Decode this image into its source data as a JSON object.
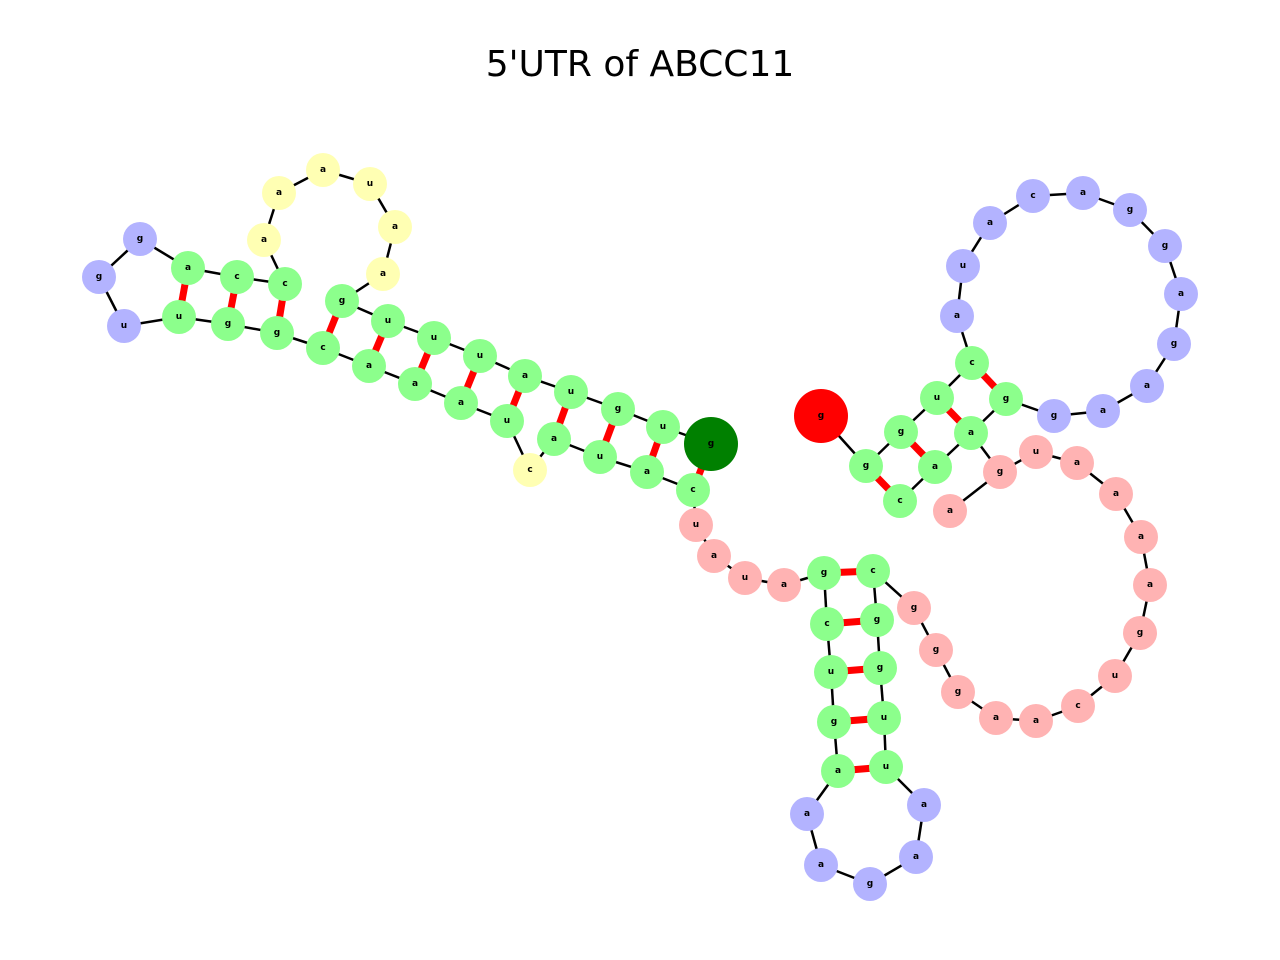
{
  "title": "5'UTR of ABCC11",
  "nodes": [
    "g",
    "u",
    "g",
    "u",
    "a",
    "u",
    "u",
    "u",
    "g",
    "a",
    "a",
    "u",
    "a",
    "a",
    "a",
    "c",
    "c",
    "a",
    "g",
    "g",
    "u",
    "u",
    "g",
    "g",
    "c",
    "a",
    "a",
    "a",
    "u",
    "c",
    "a",
    "u",
    "a",
    "c",
    "u",
    "a",
    "u",
    "a",
    "g",
    "c",
    "u",
    "g",
    "a",
    "a",
    "a",
    "g",
    "a",
    "a",
    "u",
    "u",
    "g",
    "g",
    "c",
    "g",
    "g",
    "g",
    "a",
    "a",
    "c",
    "u",
    "g",
    "a",
    "a",
    "a",
    "a",
    "u",
    "g",
    "a",
    "c",
    "a",
    "a",
    "g",
    "g",
    "a",
    "a",
    "g",
    "a",
    "g",
    "g",
    "a",
    "c",
    "a",
    "u",
    "a",
    "c",
    "u",
    "g",
    "g",
    "g"
  ],
  "colors": {
    "stem": "#8cff8c",
    "hairpin_loop": "#b3b3ff",
    "interior_loop": "#ffffb3",
    "multiloop": "#ffb3b3",
    "five_prime": "#008000",
    "three_prime": "#ff0000",
    "pair_edge": "#ff0000",
    "backbone_edge": "#000000"
  }
}
